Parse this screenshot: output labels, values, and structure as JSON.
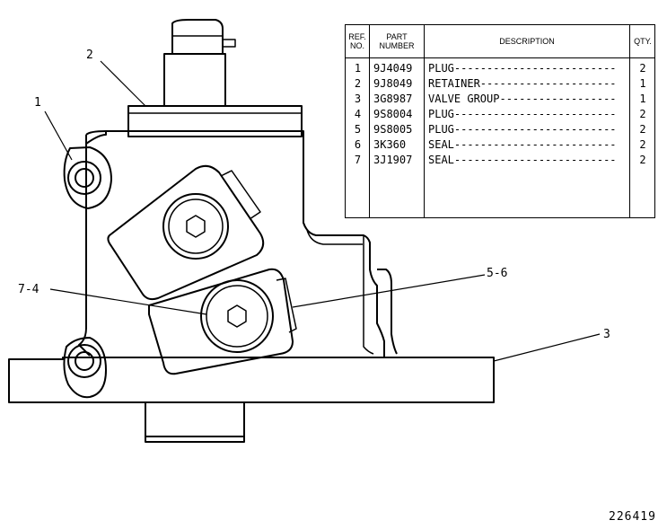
{
  "table": {
    "headers": {
      "ref_line1": "REF.",
      "ref_line2": "NO.",
      "pn_line1": "PART",
      "pn_line2": "NUMBER",
      "desc": "DESCRIPTION",
      "qty": "QTY."
    },
    "rows": [
      {
        "ref": "1",
        "part": "9J4049",
        "desc": "PLUG-------------------------",
        "qty": "2"
      },
      {
        "ref": "2",
        "part": "9J8049",
        "desc": "RETAINER---------------------",
        "qty": "1"
      },
      {
        "ref": "3",
        "part": "3G8987",
        "desc": "VALVE GROUP------------------",
        "qty": "1"
      },
      {
        "ref": "4",
        "part": "9S8004",
        "desc": "PLUG-------------------------",
        "qty": "2"
      },
      {
        "ref": "5",
        "part": "9S8005",
        "desc": "PLUG-------------------------",
        "qty": "2"
      },
      {
        "ref": "6",
        "part": "3K360",
        "desc": "SEAL-------------------------",
        "qty": "2"
      },
      {
        "ref": "7",
        "part": "3J1907",
        "desc": "SEAL-------------------------",
        "qty": "2"
      }
    ]
  },
  "callouts": {
    "c1": "1",
    "c2": "2",
    "c3": "3",
    "c74": "7-4",
    "c56": "5-6"
  },
  "figure_number": "226419"
}
